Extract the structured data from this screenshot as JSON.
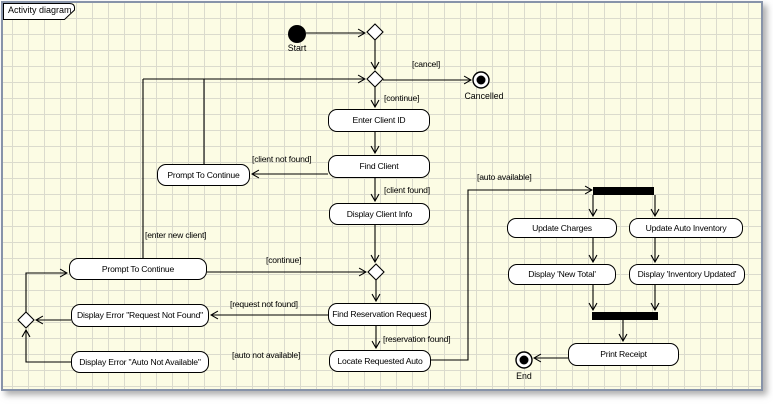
{
  "frame": {
    "tab_label": "Activity diagram"
  },
  "colors": {
    "canvas_bg": "#FCFCE4",
    "grid_line": "#DBDBCD",
    "frame_border": "#8793A9",
    "node_fill": "#FFFFFF",
    "stroke": "#000000"
  },
  "nodes": {
    "start": {
      "label": "Start"
    },
    "cancelled": {
      "label": "Cancelled"
    },
    "end": {
      "label": "End"
    },
    "actions": [
      {
        "id": "enter-client-id",
        "label": "Enter Client ID"
      },
      {
        "id": "find-client",
        "label": "Find Client"
      },
      {
        "id": "prompt-to-continue-1",
        "label": "Prompt To Continue"
      },
      {
        "id": "display-client-info",
        "label": "Display Client Info"
      },
      {
        "id": "prompt-to-continue-2",
        "label": "Prompt To Continue"
      },
      {
        "id": "find-reservation-request",
        "label": "Find Reservation Request"
      },
      {
        "id": "display-error-request-not-found",
        "label": "Display Error \"Request Not Found\""
      },
      {
        "id": "locate-requested-auto",
        "label": "Locate Requested Auto"
      },
      {
        "id": "display-error-auto-not-available",
        "label": "Display Error \"Auto Not Available\""
      },
      {
        "id": "update-charges",
        "label": "Update Charges"
      },
      {
        "id": "update-auto-inventory",
        "label": "Update Auto Inventory"
      },
      {
        "id": "display-new-total",
        "label": "Display 'New Total'"
      },
      {
        "id": "display-inventory-updated",
        "label": "Display 'Inventory Updated'"
      },
      {
        "id": "print-receipt",
        "label": "Print Receipt"
      }
    ]
  },
  "edge_labels": [
    {
      "id": "cancel",
      "text": "[cancel]"
    },
    {
      "id": "continue-top",
      "text": "[continue]"
    },
    {
      "id": "client-not-found",
      "text": "[client not found]"
    },
    {
      "id": "client-found",
      "text": "[client found]"
    },
    {
      "id": "enter-new-client",
      "text": "[enter new client]"
    },
    {
      "id": "continue-bottom",
      "text": "[continue]"
    },
    {
      "id": "request-not-found",
      "text": "[request not found]"
    },
    {
      "id": "auto-not-available",
      "text": "[auto not available]"
    },
    {
      "id": "reservation-found",
      "text": "[reservation found]"
    },
    {
      "id": "auto-available",
      "text": "[auto available]"
    }
  ]
}
